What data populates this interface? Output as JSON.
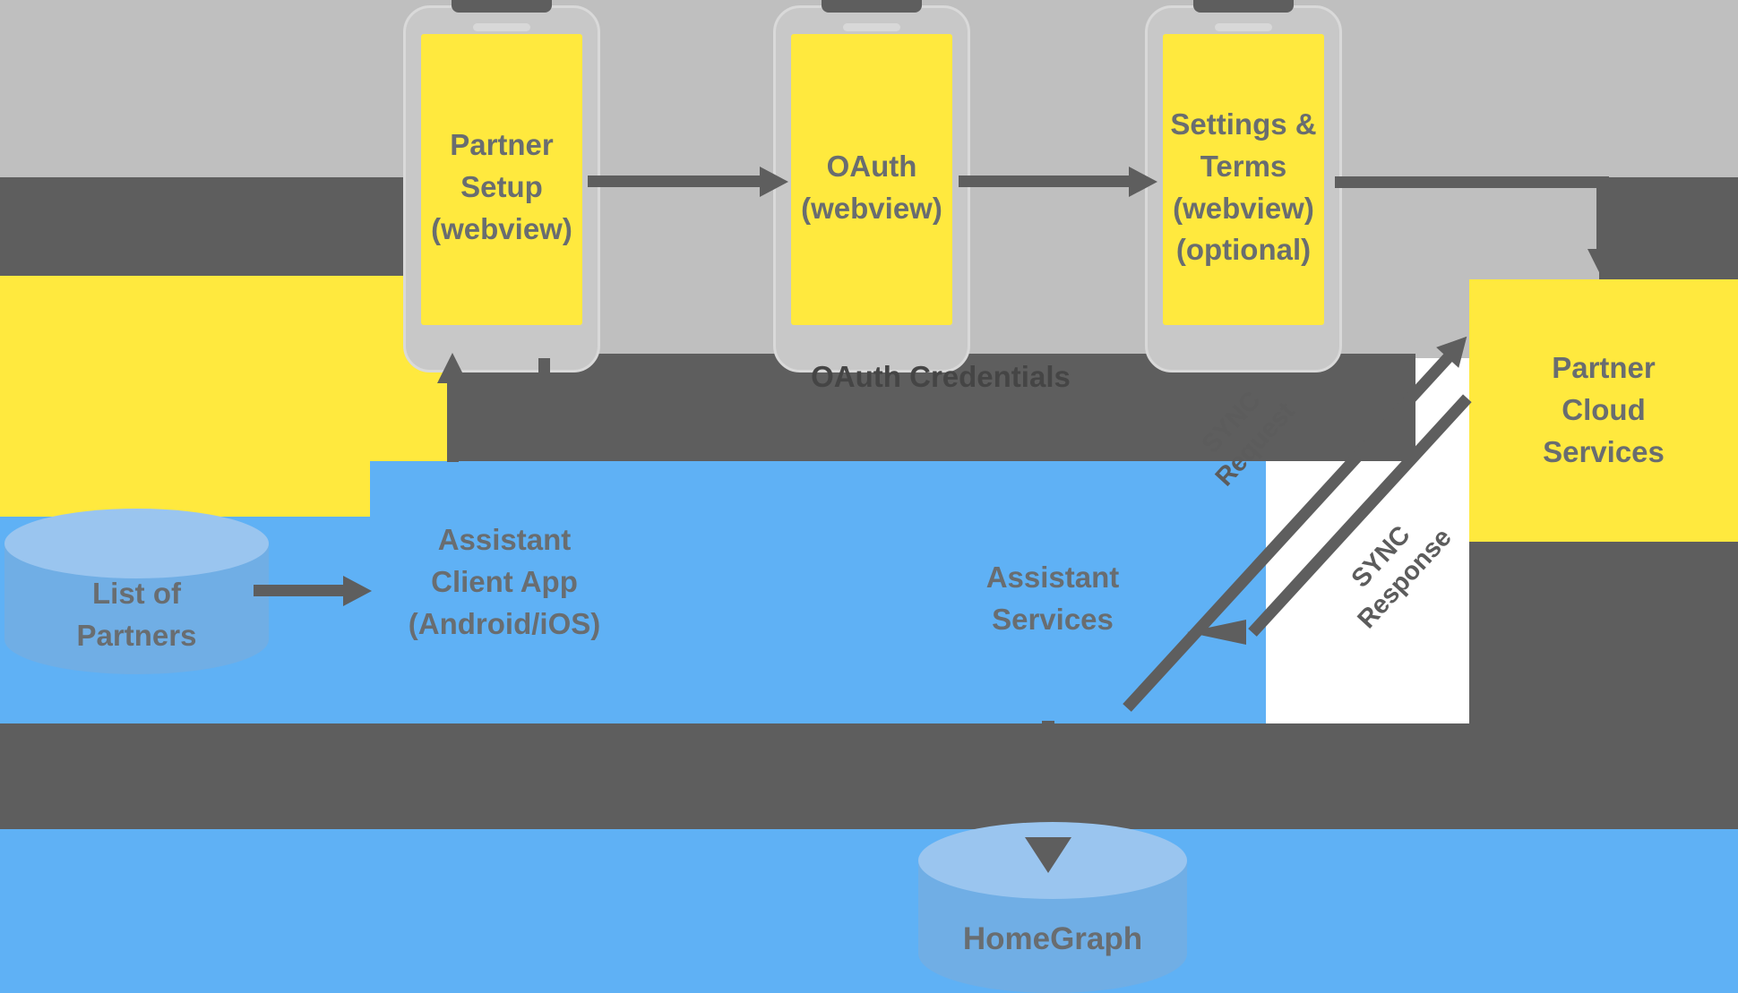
{
  "colors": {
    "yellow": "#FFE93E",
    "blue": "#5FB1F5",
    "light_gray": "#BFBFBF",
    "dark_gray": "#5E5E5E",
    "phone_body": "#C8C8C8",
    "phone_border": "#D9D9D9",
    "cylinder_top": "#9AC5EF",
    "cylinder_body": "#70AEE5",
    "label_gray": "#696D70"
  },
  "phones": [
    {
      "name": "partner-setup-webview",
      "lines": [
        "Partner",
        "Setup",
        "(webview)"
      ]
    },
    {
      "name": "oauth-webview",
      "lines": [
        "OAuth",
        "(webview)"
      ]
    },
    {
      "name": "settings-terms-webview",
      "lines": [
        "Settings &",
        "Terms",
        "(webview)",
        "(optional)"
      ]
    }
  ],
  "boxes": {
    "partner_cloud": {
      "lines": [
        "Partner",
        "Cloud",
        "Services"
      ]
    },
    "client_app": {
      "lines": [
        "Assistant",
        "Client App",
        "(Android/iOS)"
      ]
    },
    "assistant_services": {
      "lines": [
        "Assistant",
        "Services"
      ]
    }
  },
  "datastores": {
    "list_of_partners": {
      "lines": [
        "List of",
        "Partners"
      ]
    },
    "homegraph": {
      "label": "HomeGraph"
    }
  },
  "arrows": {
    "oauth_credentials": {
      "label": "OAuth Credentials"
    },
    "sync_request": {
      "lines": [
        "SYNC",
        "Request"
      ]
    },
    "sync_response": {
      "lines": [
        "SYNC",
        "Response"
      ]
    }
  }
}
